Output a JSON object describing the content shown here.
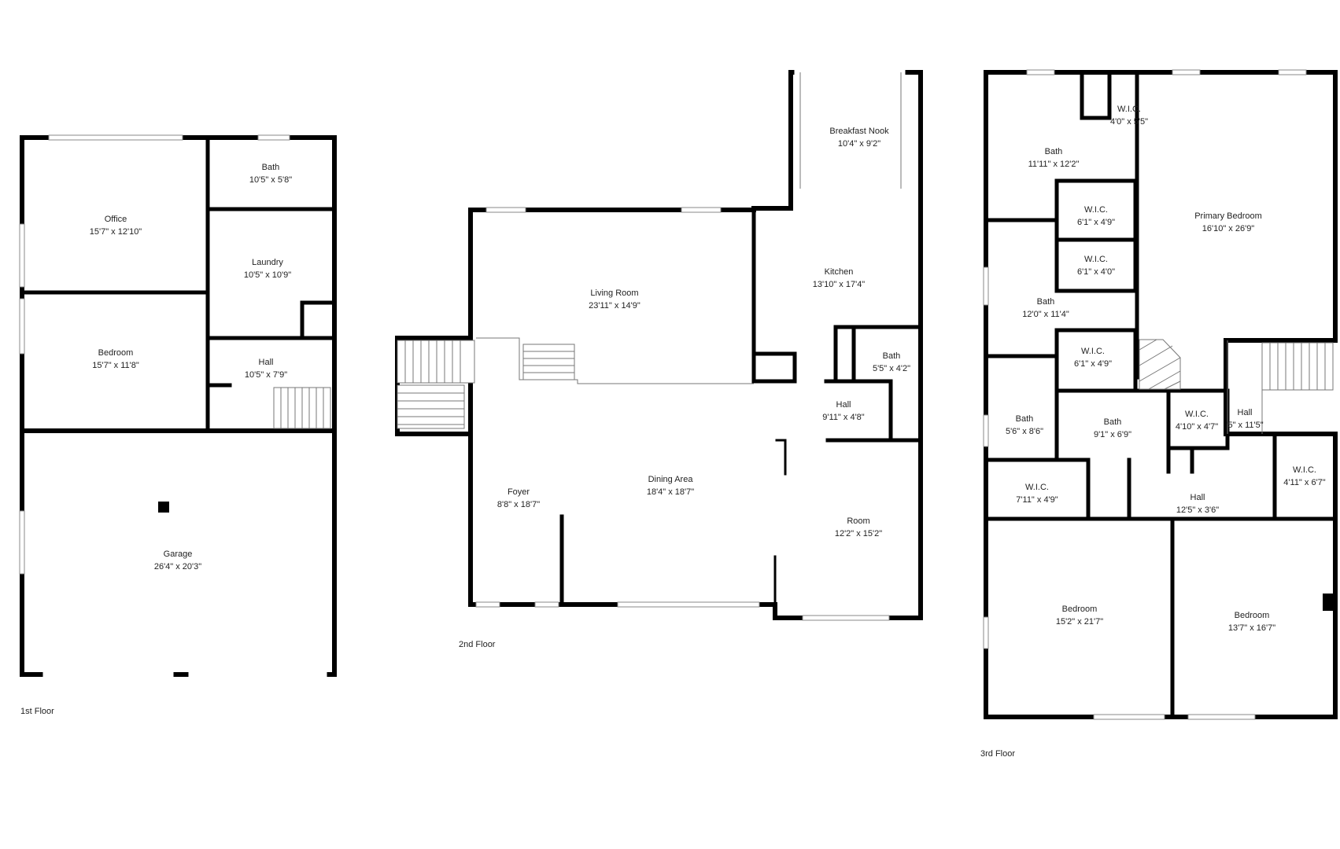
{
  "floors": [
    {
      "label": "1st Floor",
      "rooms": [
        {
          "name": "Office",
          "dims": "15'7\" x 12'10\""
        },
        {
          "name": "Bath",
          "dims": "10'5\" x 5'8\""
        },
        {
          "name": "Laundry",
          "dims": "10'5\" x 10'9\""
        },
        {
          "name": "Bedroom",
          "dims": "15'7\" x 11'8\""
        },
        {
          "name": "Hall",
          "dims": "10'5\" x 7'9\""
        },
        {
          "name": "Garage",
          "dims": "26'4\" x 20'3\""
        }
      ]
    },
    {
      "label": "2nd Floor",
      "rooms": [
        {
          "name": "Breakfast Nook",
          "dims": "10'4\" x 9'2\""
        },
        {
          "name": "Living Room",
          "dims": "23'11\" x 14'9\""
        },
        {
          "name": "Kitchen",
          "dims": "13'10\" x 17'4\""
        },
        {
          "name": "Bath",
          "dims": "5'5\" x 4'2\""
        },
        {
          "name": "Hall",
          "dims": "9'11\" x 4'8\""
        },
        {
          "name": "Foyer",
          "dims": "8'8\" x 18'7\""
        },
        {
          "name": "Dining Area",
          "dims": "18'4\" x 18'7\""
        },
        {
          "name": "Room",
          "dims": "12'2\" x 15'2\""
        }
      ]
    },
    {
      "label": "3rd Floor",
      "rooms": [
        {
          "name": "W.I.C.",
          "dims": "4'0\" x 5'5\""
        },
        {
          "name": "Bath",
          "dims": "11'11\" x 12'2\""
        },
        {
          "name": "Primary Bedroom",
          "dims": "16'10\" x 26'9\""
        },
        {
          "name": "W.I.C.",
          "dims": "6'1\" x 4'9\""
        },
        {
          "name": "W.I.C.",
          "dims": "6'1\" x 4'0\""
        },
        {
          "name": "Bath",
          "dims": "12'0\" x 11'4\""
        },
        {
          "name": "W.I.C.",
          "dims": "6'1\" x 4'9\""
        },
        {
          "name": "Bath",
          "dims": "5'6\" x 8'6\""
        },
        {
          "name": "Bath",
          "dims": "9'1\" x 6'9\""
        },
        {
          "name": "W.I.C.",
          "dims": "4'10\" x 4'7\""
        },
        {
          "name": "Hall",
          "dims": "'5\" x 11'5\""
        },
        {
          "name": "W.I.C.",
          "dims": "7'11\" x 4'9\""
        },
        {
          "name": "Hall",
          "dims": "12'5\" x 3'6\""
        },
        {
          "name": "W.I.C.",
          "dims": "4'11\" x 6'7\""
        },
        {
          "name": "Bedroom",
          "dims": "15'2\" x 21'7\""
        },
        {
          "name": "Bedroom",
          "dims": "13'7\" x 16'7\""
        }
      ]
    }
  ],
  "colors": {
    "wall": "#000000",
    "text": "#222222",
    "background": "#ffffff"
  }
}
